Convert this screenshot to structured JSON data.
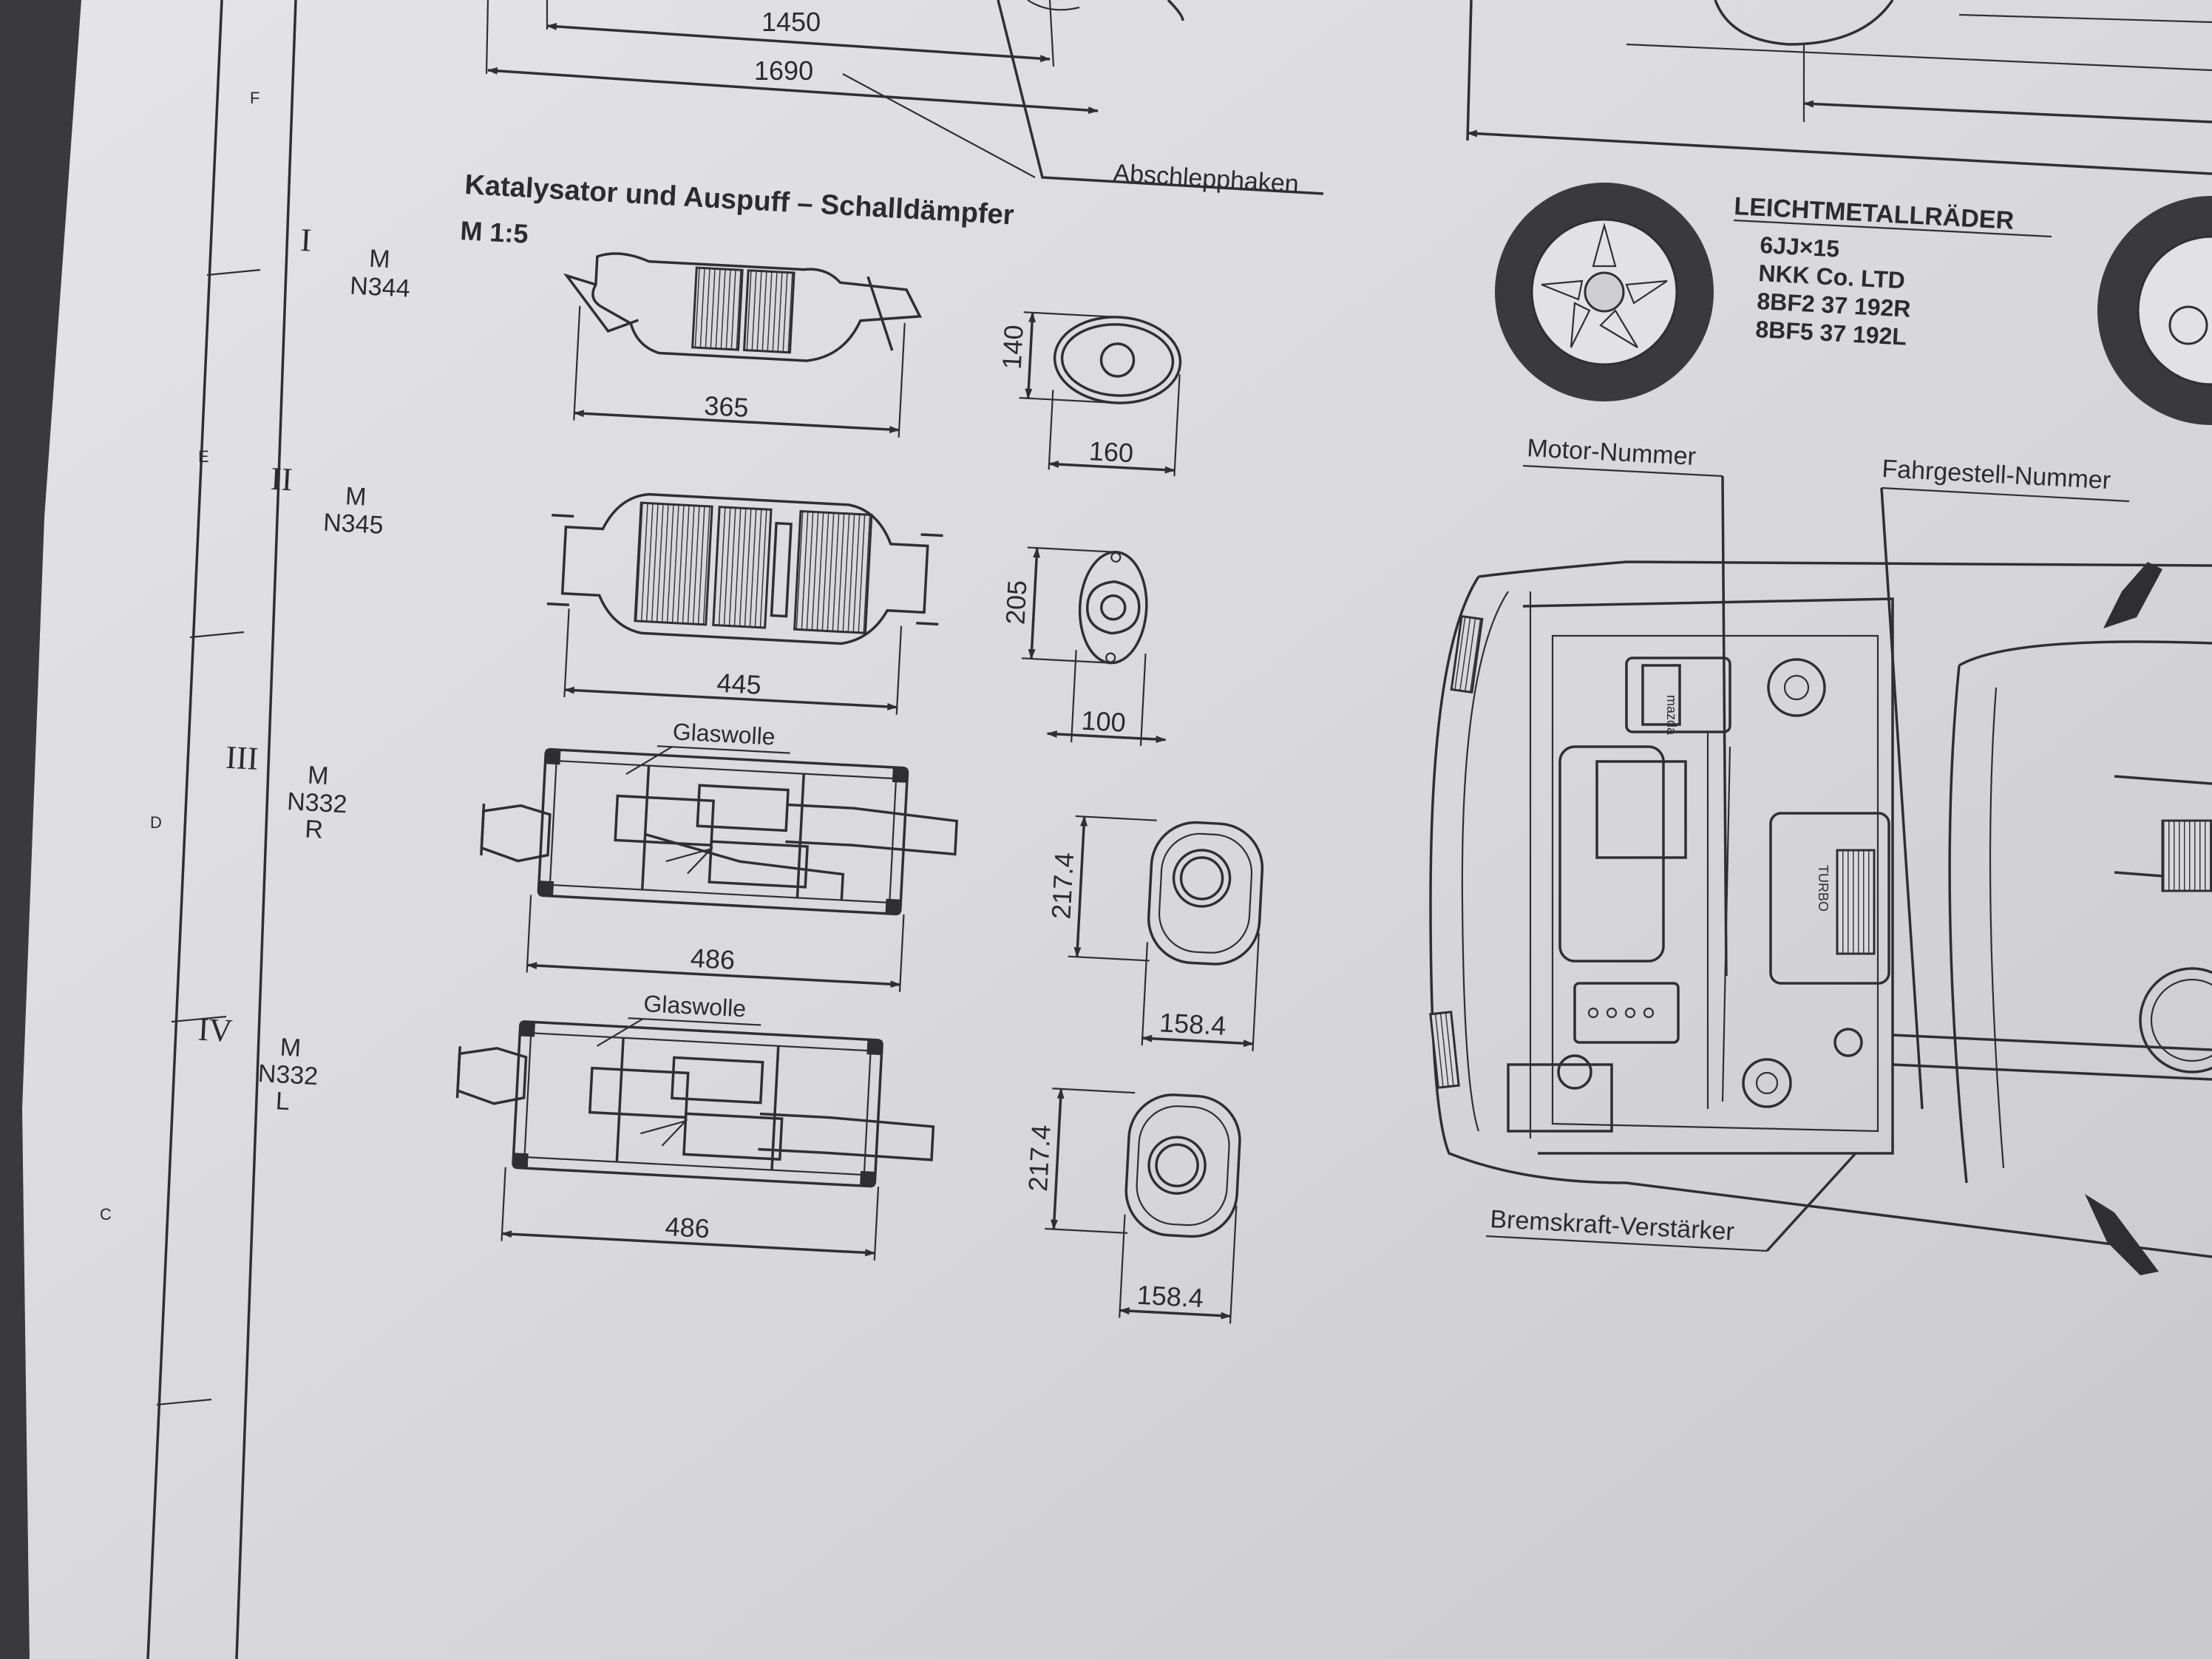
{
  "section": {
    "title": "Katalysator und Auspuff – Schalldämpfer",
    "scale": "M 1:5",
    "tow_hook": "Abschlepphaken"
  },
  "top_dims": [
    "1450",
    "1690"
  ],
  "parts": [
    {
      "roman": "I",
      "m": "M",
      "code": "N344",
      "side": "",
      "length": "365",
      "height": "140",
      "width": "160",
      "label": ""
    },
    {
      "roman": "II",
      "m": "M",
      "code": "N345",
      "side": "",
      "length": "445",
      "height": "205",
      "width": "100",
      "label": ""
    },
    {
      "roman": "III",
      "m": "M",
      "code": "N332",
      "side": "R",
      "length": "486",
      "height": "217.4",
      "width": "158.4",
      "label": "Glaswolle"
    },
    {
      "roman": "IV",
      "m": "M",
      "code": "N332",
      "side": "L",
      "length": "486",
      "height": "217.4",
      "width": "158.4",
      "label": "Glaswolle"
    }
  ],
  "wheels": {
    "title": "LEICHTMETALLRÄDER",
    "lines": [
      "6JJ×15",
      "NKK Co. LTD",
      "8BF2 37 192R",
      "8BF5 37 192L"
    ]
  },
  "callouts": {
    "motor": "Motor-Nummer",
    "chassis": "Fahrgestell-Nummer",
    "brake": "Bremskraft-Verstärker"
  },
  "engine_marks": [
    "mazda",
    "TURBO"
  ],
  "border_letters": [
    "F",
    "E",
    "D",
    "C"
  ]
}
